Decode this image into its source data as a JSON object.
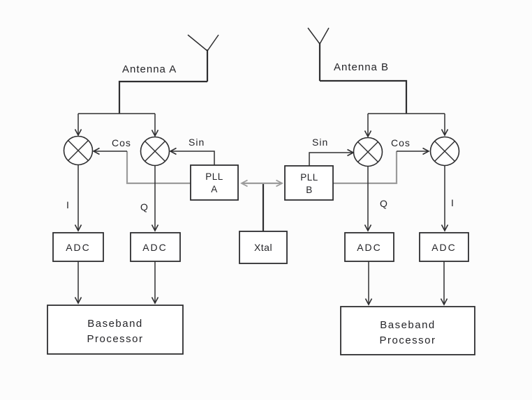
{
  "colors": {
    "line": "#2e2e30",
    "lo_line": "#9b9b9b",
    "text": "#242428",
    "box_fill": "#ffffff",
    "background": "#fcfcfc"
  },
  "receiver_a": {
    "antenna_label": "Antenna A",
    "cos_label": "Cos",
    "sin_label": "Sin",
    "i_label": "I",
    "q_label": "Q",
    "pll": {
      "line1": "PLL",
      "line2": "A"
    },
    "adc_i_label": "ADC",
    "adc_q_label": "ADC",
    "baseband": {
      "line1": "Baseband",
      "line2": "Processor"
    }
  },
  "receiver_b": {
    "antenna_label": "Antenna B",
    "sin_label": "Sin",
    "cos_label": "Cos",
    "q_label": "Q",
    "i_label": "I",
    "pll": {
      "line1": "PLL",
      "line2": "B"
    },
    "adc_q_label": "ADC",
    "adc_i_label": "ADC",
    "baseband": {
      "line1": "Baseband",
      "line2": "Processor"
    }
  },
  "shared": {
    "xtal_label": "Xtal"
  }
}
